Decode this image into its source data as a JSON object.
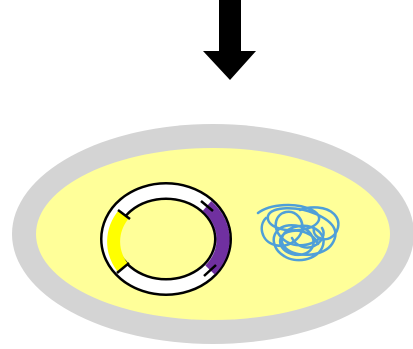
{
  "diagram": {
    "arrow": {
      "icon": "down-arrow-icon",
      "color": "#000000",
      "direction": "down"
    },
    "cell": {
      "wall_color": "#d4d4d4",
      "cytoplasm_color": "#ffff99"
    },
    "plasmid": {
      "icon": "plasmid-ring-icon",
      "ring_color": "#ffffff",
      "outline_color": "#000000",
      "segments": [
        {
          "name": "yellow-segment",
          "color": "#ffff00"
        },
        {
          "name": "purple-segment",
          "color": "#7030a0"
        }
      ]
    },
    "chromosome": {
      "icon": "chromosome-dna-icon",
      "color": "#4f9fd8"
    }
  }
}
